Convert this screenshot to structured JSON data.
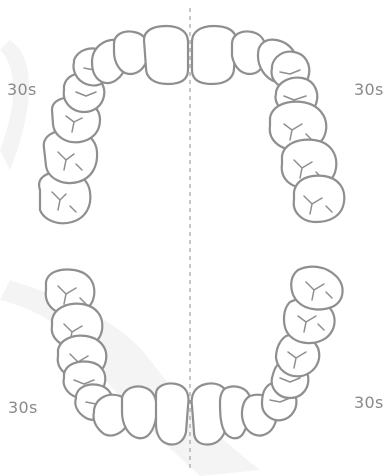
{
  "labels": {
    "upper_left": "30s",
    "upper_right": "30s",
    "lower_left": "30s",
    "lower_right": "30s"
  },
  "colors": {
    "outline": "#8f8f8f",
    "label": "#8a8a8a",
    "midline": "#9a9a9a",
    "watermark": "#f4f4f4"
  }
}
